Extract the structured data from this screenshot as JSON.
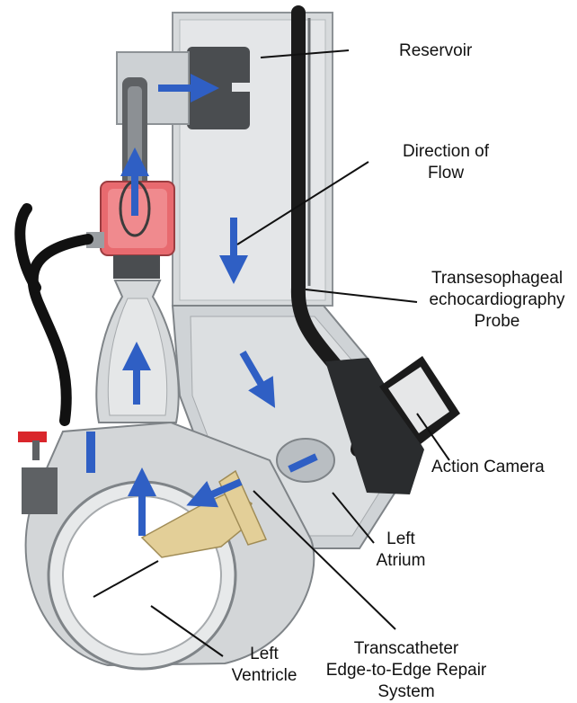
{
  "labels": {
    "reservoir": "Reservoir",
    "direction_line1": "Direction of",
    "direction_line2": "Flow",
    "tee_line1": "Transesophageal",
    "tee_line2": "echocardiography",
    "tee_line3": "Probe",
    "camera": "Action Camera",
    "atrium_line1": "Left",
    "atrium_line2": "Atrium",
    "ventricle_line1": "Left",
    "ventricle_line2": "Ventricle",
    "teer_line1": "Transcatheter",
    "teer_line2": "Edge-to-Edge Repair",
    "teer_line3": "System"
  },
  "colors": {
    "flow_arrow": "#2f5fc4",
    "pump": "#e86a6f",
    "chamber": "#cfd3d6",
    "probe": "#1b1b1b",
    "device": "#e3cf98",
    "valve": "#d9262b"
  }
}
